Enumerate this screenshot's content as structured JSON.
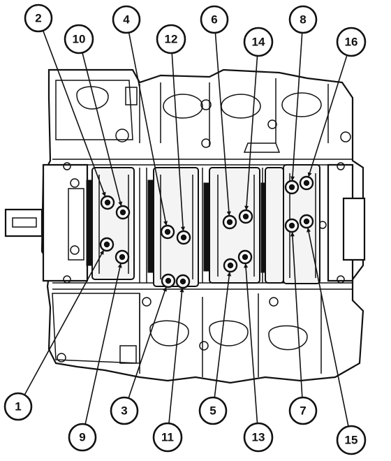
{
  "figure": {
    "subject": "engine-block-main-bearing-cap-bolt-sequence"
  },
  "callouts": [
    "1",
    "2",
    "3",
    "4",
    "5",
    "6",
    "7",
    "8",
    "9",
    "10",
    "11",
    "12",
    "13",
    "14",
    "15",
    "16"
  ],
  "colors": {
    "line": "#111111",
    "background": "#ffffff",
    "shade": "#f4f4f4"
  }
}
